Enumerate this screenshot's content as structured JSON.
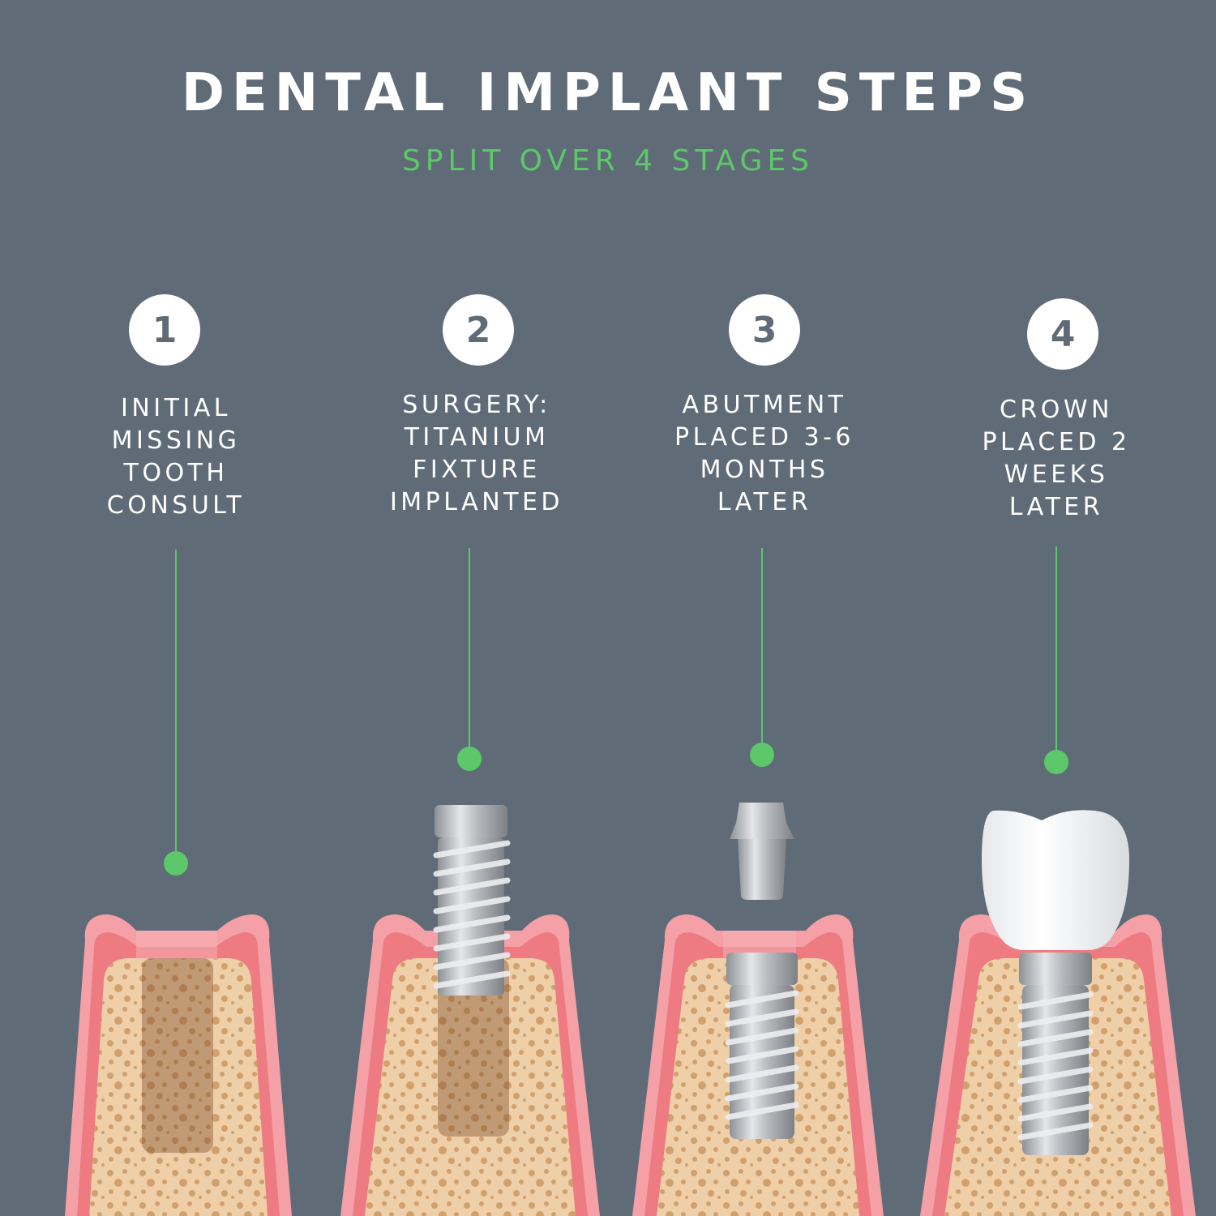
{
  "header": {
    "title": "DENTAL IMPLANT STEPS",
    "subtitle": "SPLIT OVER 4 STAGES"
  },
  "colors": {
    "background": "#5f6b76",
    "accent_green": "#5cc86a",
    "gum_outer": "#f4a0a6",
    "gum_inner": "#ee7b82",
    "bone": "#efcfa8",
    "bone_spots": "#c8955e",
    "metal": "#b9bcc0",
    "crown": "#ffffff"
  },
  "steps": [
    {
      "number": "1",
      "label": "INITIAL\nMISSING\nTOOTH\nCONSULT",
      "illustration": "empty-socket-icon"
    },
    {
      "number": "2",
      "label": "SURGERY:\nTITANIUM\nFIXTURE\nIMPLANTED",
      "illustration": "implant-screw-icon"
    },
    {
      "number": "3",
      "label": "ABUTMENT\nPLACED 3-6\nMONTHS\nLATER",
      "illustration": "abutment-icon"
    },
    {
      "number": "4",
      "label": "CROWN\nPLACED 2\nWEEKS\nLATER",
      "illustration": "crown-icon"
    }
  ]
}
